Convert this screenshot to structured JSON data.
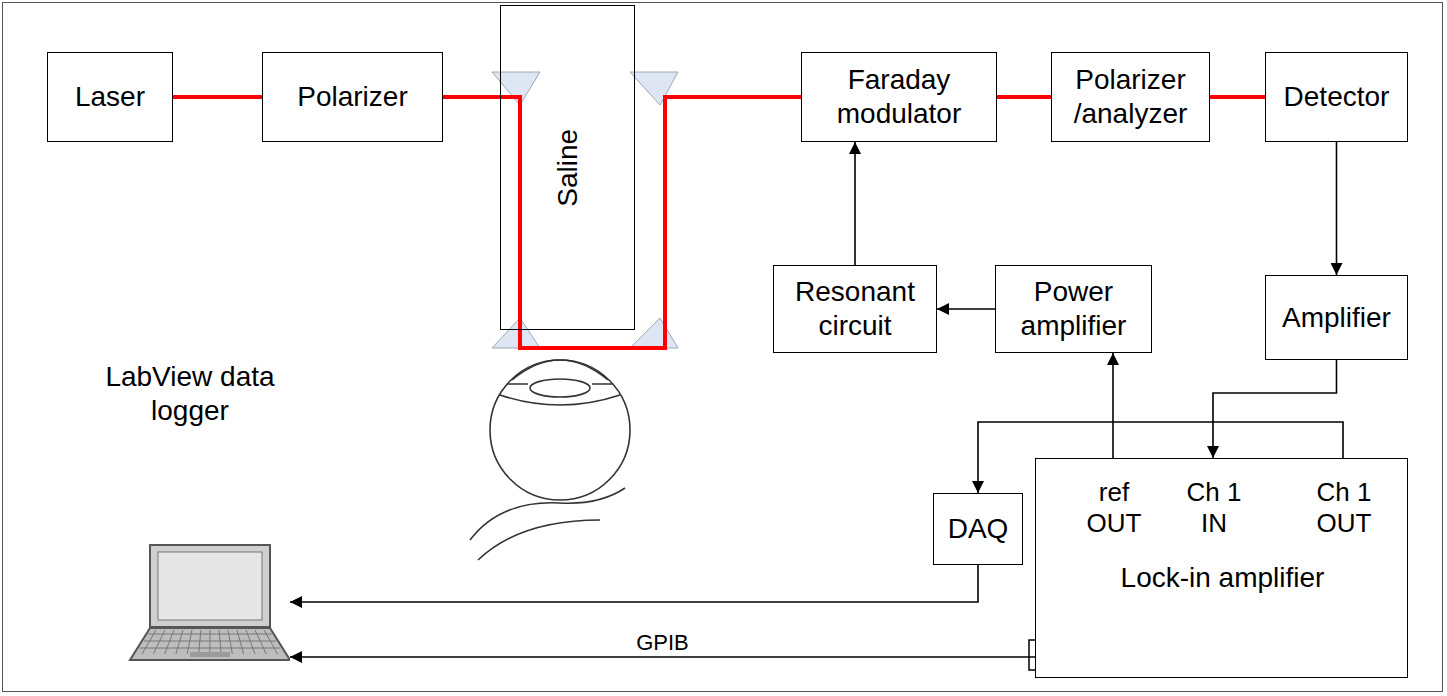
{
  "diagram": {
    "nodes": [
      {
        "text": [
          "Laser"
        ]
      },
      {
        "text": [
          "Polarizer"
        ]
      },
      {
        "text": [
          "Saline"
        ]
      },
      {
        "text": [
          "Faraday modulator"
        ]
      },
      {
        "text": [
          "Polarizer /analyzer"
        ]
      },
      {
        "text": [
          "Detector"
        ]
      },
      {
        "text": [
          "Resonant circuit"
        ]
      },
      {
        "text": [
          "Power amplifier"
        ]
      },
      {
        "text": [
          "Amplifier"
        ]
      },
      {
        "text": [
          "DAQ"
        ]
      },
      {
        "text": [
          "ref OUT",
          "Ch 1 IN",
          "Ch 1 OUT",
          "Lock-in amplifier"
        ]
      },
      {
        "text": [
          "LabView data logger"
        ]
      }
    ],
    "edges": [
      {
        "from": 0,
        "to": 1,
        "arrow": "none"
      },
      {
        "from": 1,
        "to": 3,
        "arrow": "none"
      },
      {
        "from": 3,
        "to": 4,
        "arrow": "none"
      },
      {
        "from": 4,
        "to": 5,
        "arrow": "none"
      },
      {
        "from": 6,
        "to": 3,
        "arrow": "to"
      },
      {
        "from": 7,
        "to": 6,
        "arrow": "to"
      },
      {
        "from": 5,
        "to": 8,
        "arrow": "to"
      },
      {
        "from": 8,
        "to": 10,
        "arrow": "to"
      },
      {
        "from": 10,
        "to": 7,
        "arrow": "to"
      },
      {
        "from": 10,
        "to": 9,
        "arrow": "to"
      },
      {
        "from": 9,
        "to": 11,
        "arrow": "to"
      },
      {
        "from": 10,
        "to": 11,
        "label": "GPIB",
        "arrow": "to"
      }
    ]
  }
}
